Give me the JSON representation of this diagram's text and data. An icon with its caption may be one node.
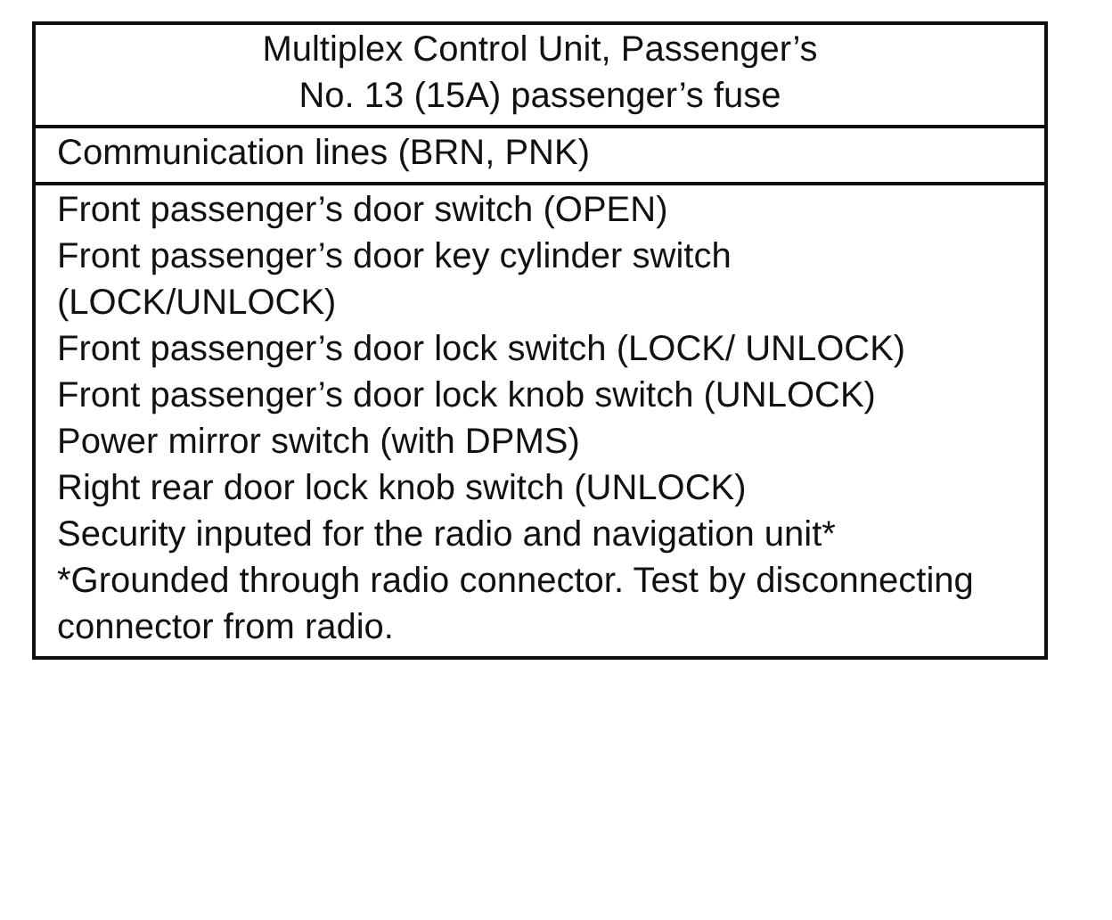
{
  "diagram": {
    "labels": [
      "Multiplex Control Unit, Passenger’s",
      "No. 13 (15A) passenger’s fuse",
      "Communication lines (BRN, PNK)",
      "Front passenger’s door switch (OPEN)",
      "Front passenger’s door key cylinder switch (LOCK/UNLOCK)",
      "Front passenger’s door lock switch (LOCK/ UNLOCK)",
      "Front passenger’s door lock knob switch (UNLOCK)",
      "Power mirror switch (with DPMS)",
      "Right rear door lock knob switch (UNLOCK)",
      "Security inputed for the radio and navigation unit*",
      "*Grounded through radio connector. Test by disconnecting connector from radio."
    ]
  }
}
